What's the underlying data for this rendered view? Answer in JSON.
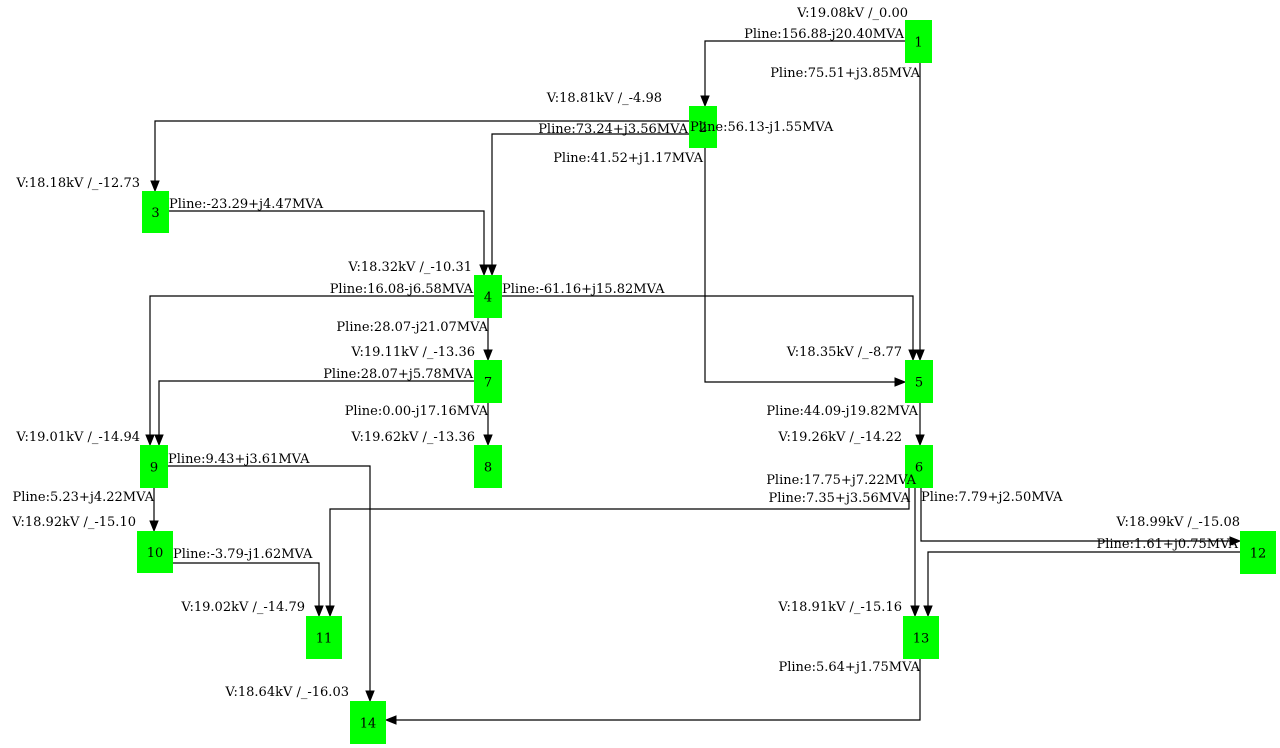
{
  "colors": {
    "node_fill": "#00ff00",
    "edge": "#000000"
  },
  "nodes": [
    {
      "id": "1",
      "label": "1",
      "voltage": "V:19.08kV /_0.00"
    },
    {
      "id": "2",
      "label": "2",
      "voltage": "V:18.81kV /_-4.98"
    },
    {
      "id": "3",
      "label": "3",
      "voltage": "V:18.18kV /_-12.73"
    },
    {
      "id": "4",
      "label": "4",
      "voltage": "V:18.32kV /_-10.31"
    },
    {
      "id": "5",
      "label": "5",
      "voltage": "V:18.35kV /_-8.77"
    },
    {
      "id": "6",
      "label": "6",
      "voltage": "V:19.26kV /_-14.22"
    },
    {
      "id": "7",
      "label": "7",
      "voltage": "V:19.11kV /_-13.36"
    },
    {
      "id": "8",
      "label": "8",
      "voltage": "V:19.62kV /_-13.36"
    },
    {
      "id": "9",
      "label": "9",
      "voltage": "V:19.01kV /_-14.94"
    },
    {
      "id": "10",
      "label": "10",
      "voltage": "V:18.92kV /_-15.10"
    },
    {
      "id": "11",
      "label": "11",
      "voltage": "V:19.02kV /_-14.79"
    },
    {
      "id": "12",
      "label": "12",
      "voltage": "V:18.99kV /_-15.08"
    },
    {
      "id": "13",
      "label": "13",
      "voltage": "V:18.91kV /_-15.16"
    },
    {
      "id": "14",
      "label": "14",
      "voltage": "V:18.64kV /_-16.03"
    }
  ],
  "edges": [
    {
      "from": "1",
      "to": "2",
      "label": "Pline:156.88-j20.40MVA"
    },
    {
      "from": "1",
      "to": "5",
      "label": "Pline:75.51+j3.85MVA"
    },
    {
      "from": "2",
      "to": "3",
      "label": "Pline:73.24+j3.56MVA"
    },
    {
      "from": "2",
      "to": "5",
      "label": "Pline:56.13-j1.55MVA"
    },
    {
      "from": "2",
      "to": "4",
      "label": "Pline:41.52+j1.17MVA"
    },
    {
      "from": "3",
      "to": "4",
      "label": "Pline:-23.29+j4.47MVA"
    },
    {
      "from": "4",
      "to": "9",
      "label": "Pline:16.08-j6.58MVA"
    },
    {
      "from": "4",
      "to": "5",
      "label": "Pline:-61.16+j15.82MVA"
    },
    {
      "from": "4",
      "to": "7",
      "label": "Pline:28.07-j21.07MVA"
    },
    {
      "from": "7",
      "to": "9",
      "label": "Pline:28.07+j5.78MVA"
    },
    {
      "from": "7",
      "to": "8",
      "label": "Pline:0.00-j17.16MVA"
    },
    {
      "from": "5",
      "to": "6",
      "label": "Pline:44.09-j19.82MVA"
    },
    {
      "from": "9",
      "to": "14",
      "label": "Pline:9.43+j3.61MVA"
    },
    {
      "from": "9",
      "to": "10",
      "label": "Pline:5.23+j4.22MVA"
    },
    {
      "from": "6",
      "to": "13",
      "label": "Pline:17.75+j7.22MVA"
    },
    {
      "from": "6",
      "to": "11",
      "label": "Pline:7.35+j3.56MVA"
    },
    {
      "from": "6",
      "to": "12",
      "label": "Pline:7.79+j2.50MVA"
    },
    {
      "from": "10",
      "to": "11",
      "label": "Pline:-3.79-j1.62MVA"
    },
    {
      "from": "12",
      "to": "13",
      "label": "Pline:1.61+j0.75MVA"
    },
    {
      "from": "13",
      "to": "14",
      "label": "Pline:5.64+j1.75MVA"
    }
  ]
}
